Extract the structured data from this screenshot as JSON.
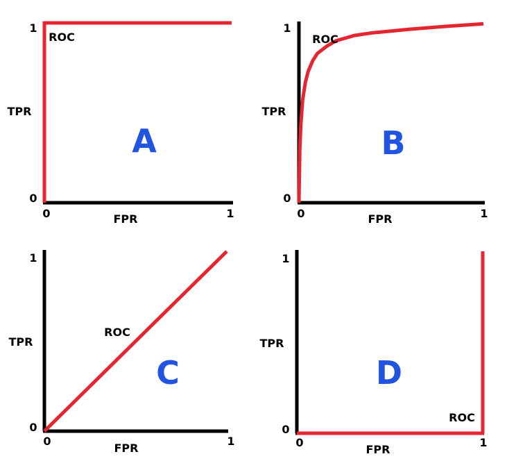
{
  "colors": {
    "axis": "#000000",
    "curve": "#e52530",
    "panel_letter": "#2154e0"
  },
  "chart_data": [
    {
      "type": "line",
      "panel_letter": "A",
      "xlabel": "FPR",
      "ylabel": "TPR",
      "curve_label": "ROC",
      "xlim": [
        0,
        1
      ],
      "ylim": [
        0,
        1
      ],
      "x_ticks": [
        "0",
        "1"
      ],
      "y_ticks": [
        "0",
        "1"
      ],
      "series": [
        {
          "name": "ROC",
          "x": [
            0,
            0,
            1
          ],
          "y": [
            0,
            1,
            1
          ]
        }
      ]
    },
    {
      "type": "line",
      "panel_letter": "B",
      "xlabel": "FPR",
      "ylabel": "TPR",
      "curve_label": "ROC",
      "xlim": [
        0,
        1
      ],
      "ylim": [
        0,
        1
      ],
      "x_ticks": [
        "0",
        "1"
      ],
      "y_ticks": [
        "0",
        "1"
      ],
      "series": [
        {
          "name": "ROC",
          "x": [
            0,
            0.005,
            0.01,
            0.02,
            0.035,
            0.05,
            0.075,
            0.1,
            0.15,
            0.2,
            0.3,
            0.4,
            0.5,
            0.6,
            0.7,
            0.8,
            0.9,
            1.0
          ],
          "y": [
            0,
            0.3,
            0.43,
            0.57,
            0.67,
            0.73,
            0.79,
            0.83,
            0.87,
            0.9,
            0.93,
            0.945,
            0.955,
            0.965,
            0.973,
            0.981,
            0.988,
            0.995
          ]
        }
      ]
    },
    {
      "type": "line",
      "panel_letter": "C",
      "xlabel": "FPR",
      "ylabel": "TPR",
      "curve_label": "ROC",
      "xlim": [
        0,
        1
      ],
      "ylim": [
        0,
        1
      ],
      "x_ticks": [
        "0",
        "1"
      ],
      "y_ticks": [
        "0",
        "1"
      ],
      "series": [
        {
          "name": "ROC",
          "x": [
            0,
            1
          ],
          "y": [
            0,
            1
          ]
        }
      ]
    },
    {
      "type": "line",
      "panel_letter": "D",
      "xlabel": "FPR",
      "ylabel": "TPR",
      "curve_label": "ROC",
      "xlim": [
        0,
        1
      ],
      "ylim": [
        0,
        1
      ],
      "x_ticks": [
        "0",
        "1"
      ],
      "y_ticks": [
        "0",
        "1"
      ],
      "series": [
        {
          "name": "ROC",
          "x": [
            0,
            1,
            1
          ],
          "y": [
            0,
            0,
            1
          ]
        }
      ]
    }
  ]
}
